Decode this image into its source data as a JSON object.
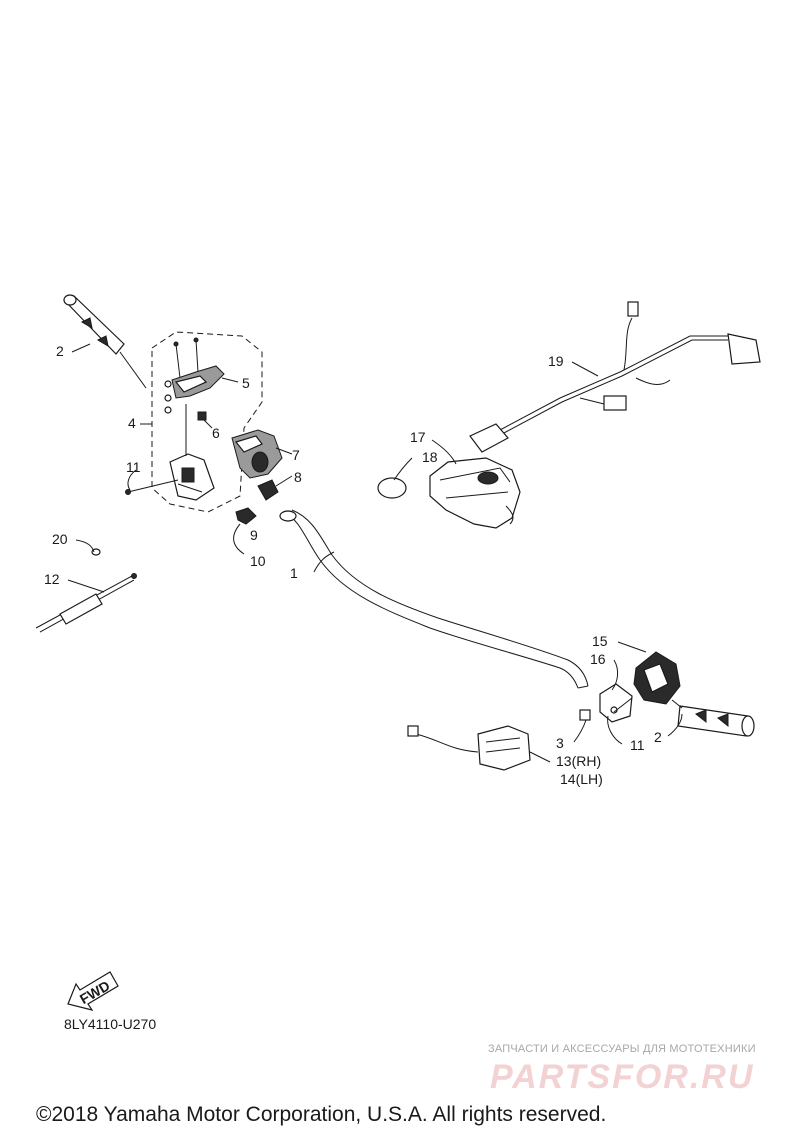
{
  "callouts": {
    "c1": "1",
    "c2a": "2",
    "c2b": "2",
    "c3": "3",
    "c4": "4",
    "c5": "5",
    "c6": "6",
    "c7": "7",
    "c8": "8",
    "c9": "9",
    "c10": "10",
    "c11a": "11",
    "c11b": "11",
    "c12": "12",
    "c13": "13(RH)",
    "c14": "14(LH)",
    "c15": "15",
    "c16": "16",
    "c17": "17",
    "c18": "18",
    "c19": "19",
    "c20": "20"
  },
  "fwd_label": "FWD",
  "diagram_ref": "8LY4110-U270",
  "watermark": {
    "tagline": "ЗАПЧАСТИ И АКСЕССУАРЫ ДЛЯ МОТОТЕХНИКИ",
    "brand": "PARTSFOR.RU"
  },
  "copyright": "©2018 Yamaha Motor Corporation, U.S.A. All rights reserved."
}
